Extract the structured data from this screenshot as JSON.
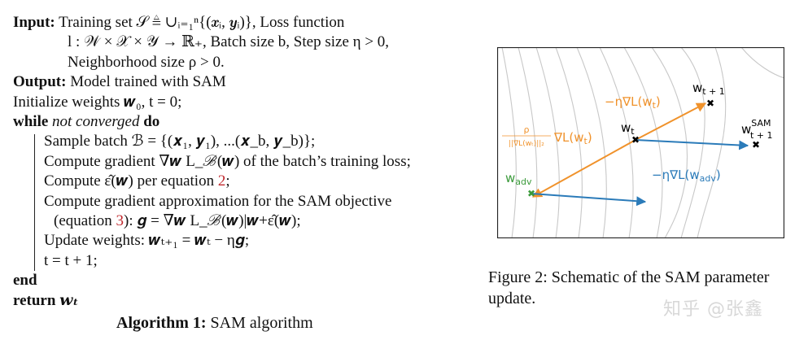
{
  "algorithm": {
    "input_label": "Input:",
    "input_l1": "Training set 𝒮 ≜ ∪ᵢ₌₁ⁿ{(𝒙ᵢ, 𝒚ᵢ)}, Loss function",
    "input_l2": "l : 𝒲 × 𝒳 × 𝒴 → ℝ₊, Batch size b, Step size η > 0,",
    "input_l3": "Neighborhood size ρ > 0.",
    "output_label": "Output:",
    "output_text": "Model trained with SAM",
    "init": "Initialize weights 𝒘₀, t = 0;",
    "while_kw": "while",
    "while_cond": "not converged",
    "do_kw": "do",
    "step_sample": "Sample batch ℬ = {(𝒙₁, 𝒚₁), ...(𝒙_b, 𝒚_b)};",
    "step_grad": "Compute gradient ∇𝒘 L_ℬ(𝒘) of the batch’s training loss;",
    "step_eps_pre": "Compute ε̂(𝒘) per equation ",
    "step_eps_ref": "2",
    "step_eps_post": ";",
    "step_approx_l1": "Compute gradient approximation for the SAM objective",
    "step_approx_pre": "(equation ",
    "step_approx_ref": "3",
    "step_approx_post": "): 𝒈 = ∇𝒘 L_ℬ(𝒘)|𝒘+ε̂(𝒘);",
    "step_update": "Update weights: 𝒘ₜ₊₁ = 𝒘ₜ − η𝒈;",
    "step_t": "t = t + 1;",
    "end_kw": "end",
    "return_kw": "return",
    "return_val": "𝒘ₜ",
    "caption_label": "Algorithm 1:",
    "caption_text": "SAM algorithm"
  },
  "figure": {
    "labels": {
      "w_t1": "w",
      "w_t1_sub": "t + 1",
      "w_t": "w",
      "w_t_sub": "t",
      "w_sam": "w",
      "w_sam_sup": "SAM",
      "w_sam_sub": "t + 1",
      "w_adv": "w",
      "w_adv_sub": "adv",
      "grad_orange": "−η∇L(w",
      "grad_orange_sub": "t",
      "grad_orange_end": ")",
      "rho_num": "ρ",
      "rho_den": "||∇L(wₜ)||₂",
      "rho_grad": "∇L(w",
      "rho_grad_sub": "t",
      "rho_grad_end": ")",
      "grad_blue": "−η∇L(w",
      "grad_blue_sub": "adv",
      "grad_blue_end": ")"
    },
    "colors": {
      "orange": "#f0922b",
      "blue": "#2b7bb9",
      "green": "#3a9a3a",
      "contour": "#c8c8c8",
      "frame": "#222222"
    },
    "caption_label": "Figure 2:",
    "caption_text": "Schematic of the SAM parameter update."
  },
  "watermark": "知乎 @张鑫"
}
